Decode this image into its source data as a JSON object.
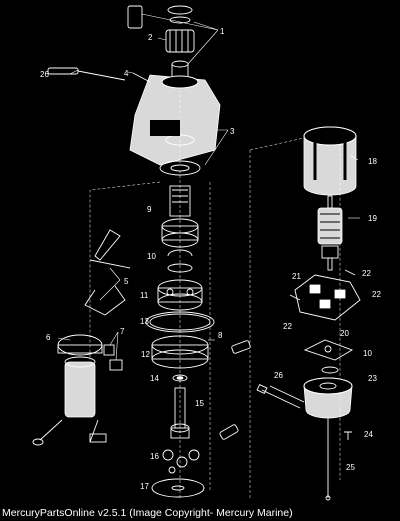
{
  "footer": {
    "text": "MercuryPartsOnline v2.5.1 (Image Copyright- Mercury Marine)"
  },
  "callouts": {
    "c1": "1",
    "c2": "2",
    "c3": "3",
    "c4": "4",
    "c5": "5",
    "c6": "6",
    "c7": "7",
    "c8": "8",
    "c9": "9",
    "c10a": "10",
    "c10b": "10",
    "c11": "11",
    "c12": "12",
    "c13": "13",
    "c14": "14",
    "c15": "15",
    "c16": "16",
    "c17": "17",
    "c18": "18",
    "c19": "19",
    "c20": "20",
    "c21": "21",
    "c22a": "22",
    "c22b": "22",
    "c22c": "22",
    "c23": "23",
    "c24": "24",
    "c25": "25",
    "c26a": "26",
    "c26b": "26"
  }
}
